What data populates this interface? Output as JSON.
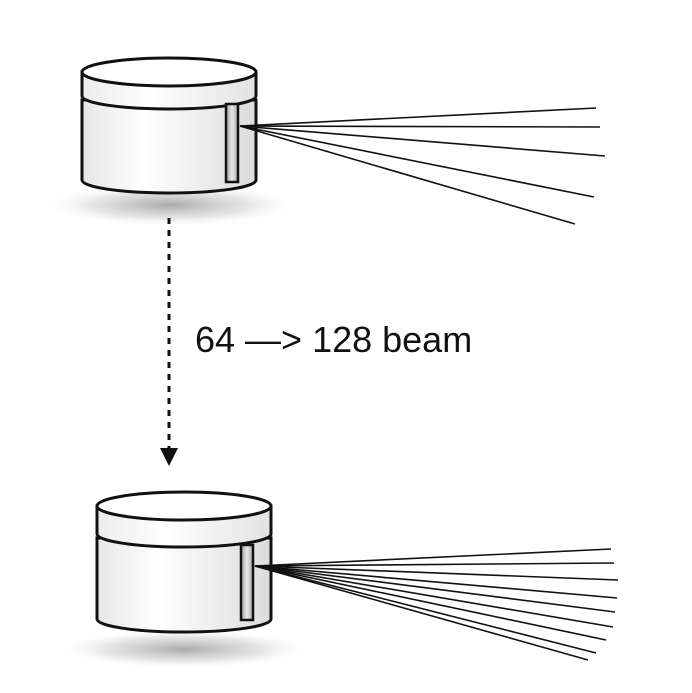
{
  "diagram": {
    "transition_label": "64 —> 128 beam"
  },
  "sensors": [
    {
      "id": "lidar-top",
      "beam_lines_drawn": 5
    },
    {
      "id": "lidar-bottom",
      "beam_lines_drawn": 9
    }
  ],
  "colors": {
    "stroke": "#111111",
    "body_fill": "#f4f4f4",
    "window_fill": "#cfcfcf",
    "shadow": "#9a9a9a"
  }
}
